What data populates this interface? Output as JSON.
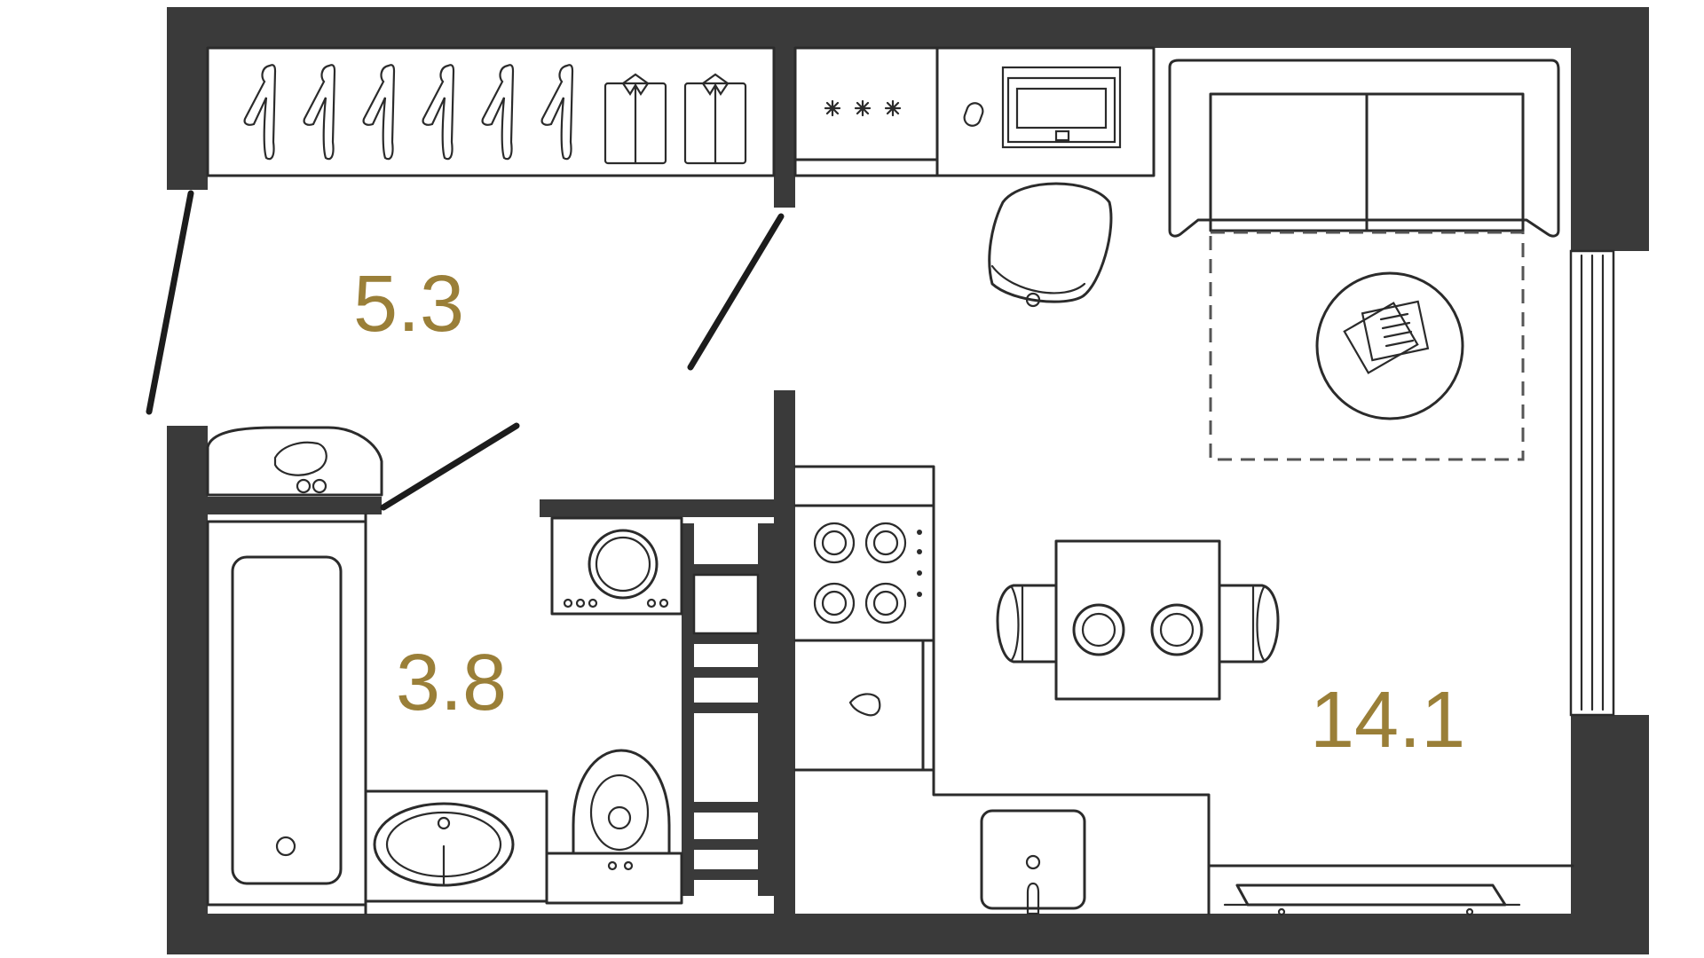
{
  "rooms": [
    {
      "id": "hallway",
      "area": "5.3"
    },
    {
      "id": "bathroom",
      "area": "3.8"
    },
    {
      "id": "living-room",
      "area": "14.1"
    }
  ],
  "colors": {
    "label": "#9a7f38",
    "wall": "#3a3a3a",
    "line": "#2b2b2b",
    "background": "#ffffff"
  },
  "icons": [
    "hanger-icon",
    "shirt-icon",
    "stove-icon",
    "laptop-icon",
    "chair-icon",
    "sofa-icon",
    "rug-icon",
    "coffee-table-icon",
    "window-icon",
    "toilet-icon",
    "bathtub-icon",
    "sink-icon",
    "washing-machine-icon",
    "shelf-icon",
    "dining-table-icon",
    "kitchen-sink-icon",
    "radiator-icon",
    "door-icon"
  ]
}
